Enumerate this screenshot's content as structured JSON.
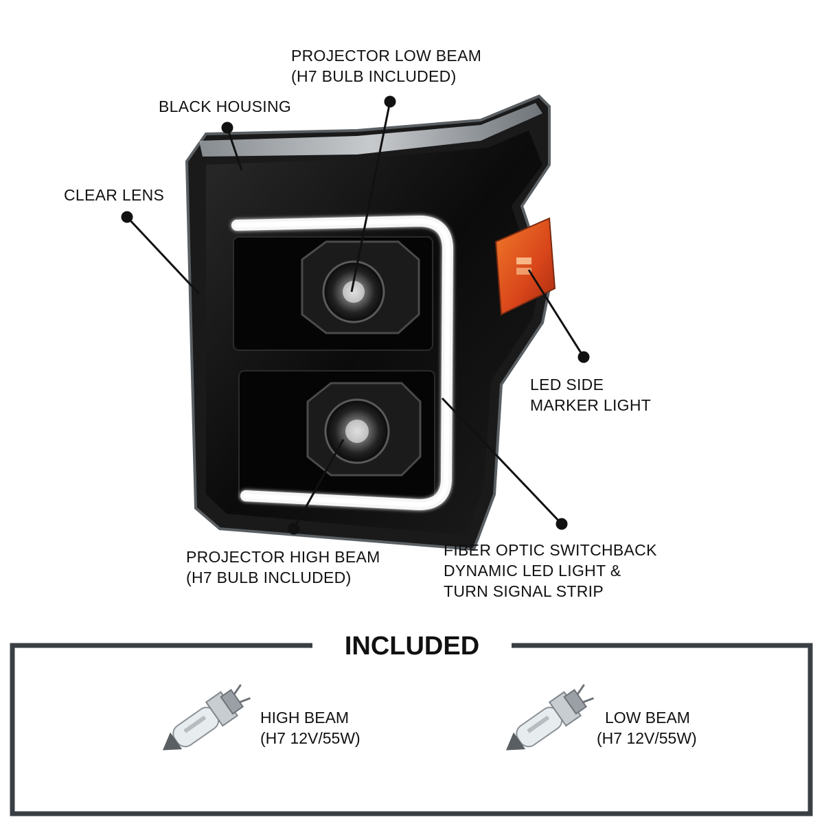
{
  "callouts": {
    "low_beam": {
      "line1": "PROJECTOR LOW BEAM",
      "line2": "(H7 BULB INCLUDED)"
    },
    "black_housing": {
      "line1": "BLACK HOUSING"
    },
    "clear_lens": {
      "line1": "CLEAR LENS"
    },
    "side_marker": {
      "line1": "LED SIDE",
      "line2": "MARKER LIGHT"
    },
    "high_beam": {
      "line1": "PROJECTOR HIGH BEAM",
      "line2": "(H7 BULB INCLUDED)"
    },
    "fiber_optic": {
      "line1": "FIBER OPTIC SWITCHBACK",
      "line2": "DYNAMIC LED LIGHT &",
      "line3": "TURN SIGNAL STRIP"
    }
  },
  "included": {
    "title": "INCLUDED",
    "high_bulb": {
      "line1": "HIGH BEAM",
      "line2": "(H7 12V/55W)"
    },
    "low_bulb": {
      "line1": "LOW BEAM",
      "line2": "(H7 12V/55W)"
    }
  },
  "colors": {
    "housing": "#0d0d0d",
    "drl_glow": "#f4f4f4",
    "amber_marker": "#e0561a",
    "frame_gray": "#3a3f45"
  },
  "icons": [
    "headlight-image",
    "h7-bulb-icon"
  ]
}
